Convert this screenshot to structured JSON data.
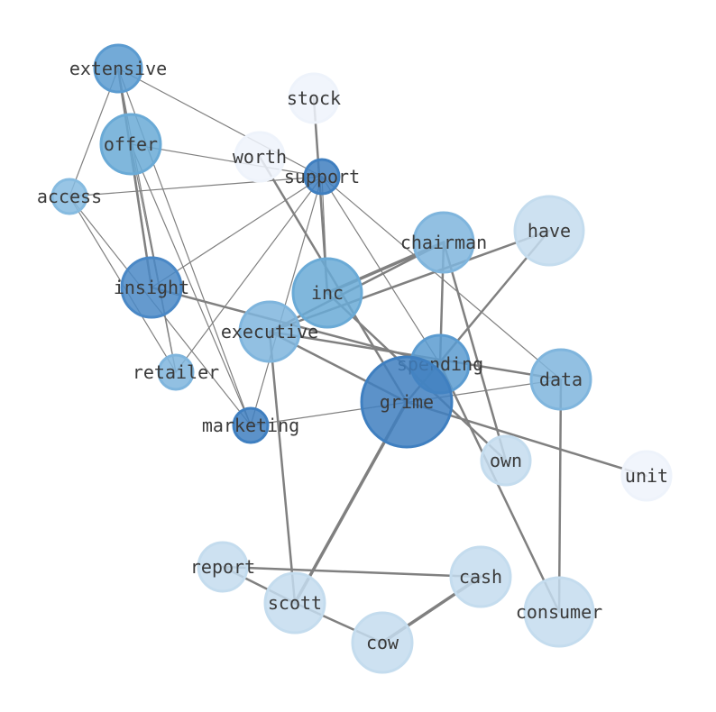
{
  "graph": {
    "edge_color": "#808080",
    "nodes": [
      {
        "id": "extensive",
        "label": "extensive",
        "color": "#5b9bd0"
      },
      {
        "id": "stock",
        "label": "stock",
        "color": "#eef3fb"
      },
      {
        "id": "offer",
        "label": "offer",
        "color": "#6aaad6"
      },
      {
        "id": "worth",
        "label": "worth",
        "color": "#eef3fb"
      },
      {
        "id": "support",
        "label": "support",
        "color": "#3f7fc0"
      },
      {
        "id": "access",
        "label": "access",
        "color": "#86bbe0"
      },
      {
        "id": "chairman",
        "label": "chairman",
        "color": "#7fb5dd"
      },
      {
        "id": "have",
        "label": "have",
        "color": "#c4dcee"
      },
      {
        "id": "insight",
        "label": "insight",
        "color": "#4a88c6"
      },
      {
        "id": "inc",
        "label": "inc",
        "color": "#6aaad6"
      },
      {
        "id": "executive",
        "label": "executive",
        "color": "#7fb5dd"
      },
      {
        "id": "spending",
        "label": "spending",
        "color": "#5b9bd0"
      },
      {
        "id": "retailer",
        "label": "retailer",
        "color": "#7fb5dd"
      },
      {
        "id": "data",
        "label": "data",
        "color": "#7fb5dd"
      },
      {
        "id": "grime",
        "label": "grime",
        "color": "#3f7fc0"
      },
      {
        "id": "marketing",
        "label": "marketing",
        "color": "#3f7fc0"
      },
      {
        "id": "own",
        "label": "own",
        "color": "#c4dcee"
      },
      {
        "id": "unit",
        "label": "unit",
        "color": "#eef3fb"
      },
      {
        "id": "report",
        "label": "report",
        "color": "#c4dcee"
      },
      {
        "id": "cash",
        "label": "cash",
        "color": "#c4dcee"
      },
      {
        "id": "scott",
        "label": "scott",
        "color": "#c4dcee"
      },
      {
        "id": "consumer",
        "label": "consumer",
        "color": "#c4dcee"
      },
      {
        "id": "cow",
        "label": "cow",
        "color": "#c4dcee"
      }
    ],
    "edges": [
      {
        "source": "extensive",
        "target": "access",
        "weight": 1
      },
      {
        "source": "extensive",
        "target": "insight",
        "weight": 2
      },
      {
        "source": "extensive",
        "target": "support",
        "weight": 1
      },
      {
        "source": "extensive",
        "target": "retailer",
        "weight": 1
      },
      {
        "source": "extensive",
        "target": "marketing",
        "weight": 1
      },
      {
        "source": "offer",
        "target": "support",
        "weight": 1
      },
      {
        "source": "offer",
        "target": "insight",
        "weight": 1
      },
      {
        "source": "offer",
        "target": "retailer",
        "weight": 1
      },
      {
        "source": "offer",
        "target": "marketing",
        "weight": 1
      },
      {
        "source": "access",
        "target": "support",
        "weight": 1
      },
      {
        "source": "access",
        "target": "marketing",
        "weight": 1
      },
      {
        "source": "access",
        "target": "retailer",
        "weight": 1
      },
      {
        "source": "stock",
        "target": "inc",
        "weight": 2
      },
      {
        "source": "worth",
        "target": "grime",
        "weight": 2
      },
      {
        "source": "support",
        "target": "insight",
        "weight": 1
      },
      {
        "source": "support",
        "target": "inc",
        "weight": 1
      },
      {
        "source": "support",
        "target": "retailer",
        "weight": 1
      },
      {
        "source": "support",
        "target": "marketing",
        "weight": 1
      },
      {
        "source": "support",
        "target": "data",
        "weight": 1
      },
      {
        "source": "support",
        "target": "spending",
        "weight": 1
      },
      {
        "source": "insight",
        "target": "spending",
        "weight": 2
      },
      {
        "source": "inc",
        "target": "chairman",
        "weight": 3
      },
      {
        "source": "inc",
        "target": "own",
        "weight": 2
      },
      {
        "source": "executive",
        "target": "chairman",
        "weight": 2
      },
      {
        "source": "executive",
        "target": "have",
        "weight": 2
      },
      {
        "source": "executive",
        "target": "data",
        "weight": 2
      },
      {
        "source": "executive",
        "target": "scott",
        "weight": 2
      },
      {
        "source": "executive",
        "target": "grime",
        "weight": 2
      },
      {
        "source": "chairman",
        "target": "spending",
        "weight": 2
      },
      {
        "source": "chairman",
        "target": "own",
        "weight": 2
      },
      {
        "source": "have",
        "target": "grime",
        "weight": 2
      },
      {
        "source": "spending",
        "target": "consumer",
        "weight": 2
      },
      {
        "source": "data",
        "target": "marketing",
        "weight": 1
      },
      {
        "source": "data",
        "target": "consumer",
        "weight": 2
      },
      {
        "source": "grime",
        "target": "unit",
        "weight": 2
      },
      {
        "source": "grime",
        "target": "scott",
        "weight": 3
      },
      {
        "source": "report",
        "target": "cash",
        "weight": 2
      },
      {
        "source": "report",
        "target": "scott",
        "weight": 2
      },
      {
        "source": "scott",
        "target": "cow",
        "weight": 2
      },
      {
        "source": "cow",
        "target": "cash",
        "weight": 3
      }
    ]
  }
}
